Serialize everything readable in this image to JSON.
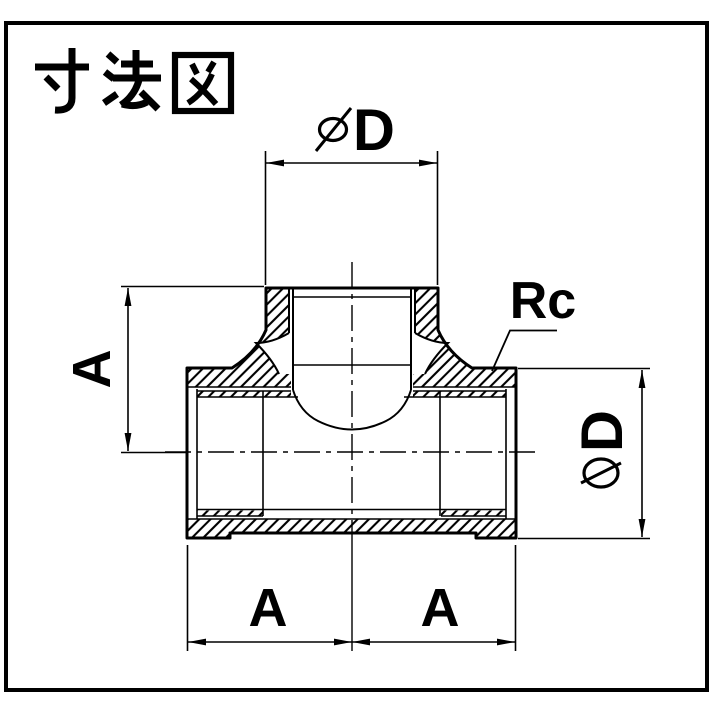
{
  "title": "寸法図",
  "labels": {
    "top_diameter_full": "φD",
    "top_diameter_letter": "D",
    "right_diameter_full": "φD",
    "right_diameter_letter": "D",
    "left_height": "A",
    "bottom_left_width": "A",
    "bottom_right_width": "A",
    "thread": "Rc"
  },
  "colors": {
    "line_color": "#000000",
    "background": "#ffffff"
  }
}
